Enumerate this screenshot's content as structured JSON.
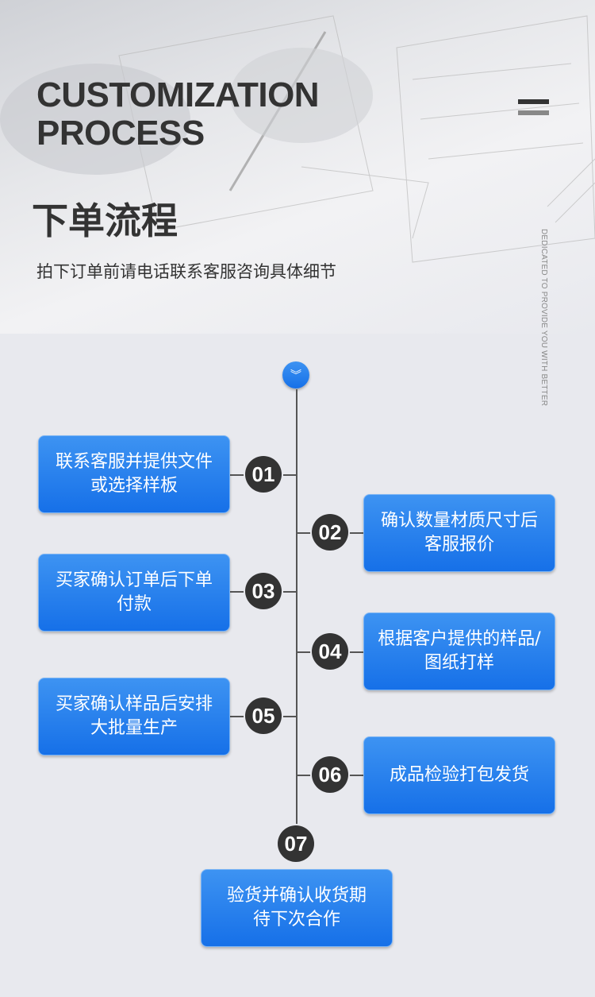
{
  "header": {
    "title_en_line1": "CUSTOMIZATION",
    "title_en_line2": "PROCESS",
    "title_zh": "下单流程",
    "subtitle": "拍下订单前请电话联系客服咨询具体细节",
    "side_text": "DEDICATED TO PROVIDE YOU WITH BETTER",
    "menu_icon": "menu-icon"
  },
  "colors": {
    "accent": "#1e7cec",
    "dark": "#333333"
  },
  "steps": [
    {
      "num": "01",
      "text": "联系客服并提供文件或选择样板"
    },
    {
      "num": "02",
      "text": "确认数量材质尺寸后客服报价"
    },
    {
      "num": "03",
      "text": "买家确认订单后下单付款"
    },
    {
      "num": "04",
      "text": "根据客户提供的样品/图纸打样"
    },
    {
      "num": "05",
      "text": "买家确认样品后安排大批量生产"
    },
    {
      "num": "06",
      "text": "成品检验打包发货"
    },
    {
      "num": "07",
      "text": "验货并确认收货期待下次合作"
    }
  ]
}
